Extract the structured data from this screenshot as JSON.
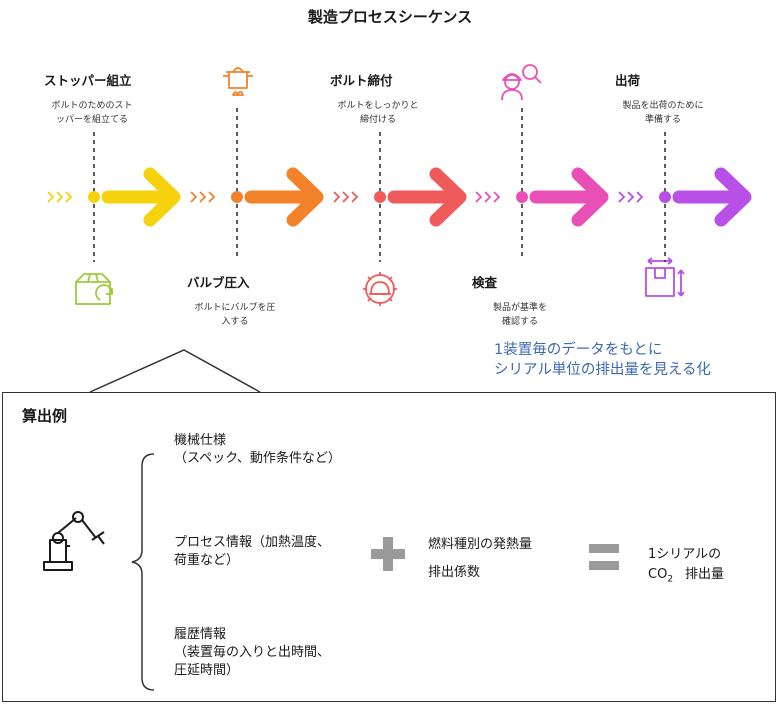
{
  "diagram": {
    "title": "製造プロセスシーケンス",
    "steps": [
      {
        "title": "ストッパー組立",
        "desc": [
          "ボルトのためのスト",
          "ッパーを組立てる"
        ],
        "color": "#f5d20d",
        "icon": "box-recycle-icon"
      },
      {
        "title": "バルブ圧入",
        "desc": [
          "ボルトにバルブを圧",
          "入する"
        ],
        "color": "#f2832a",
        "icon": "cooking-pot-icon"
      },
      {
        "title": "ボルト締付",
        "desc": [
          "ボルトをしっかりと",
          "締付ける"
        ],
        "color": "#ef5a5a",
        "icon": "gear-helmet-icon"
      },
      {
        "title": "検査",
        "desc": [
          "製品が基準を",
          "確認する"
        ],
        "color": "#e950b7",
        "icon": "inspector-search-icon"
      },
      {
        "title": "出荷",
        "desc": [
          "製品を出荷のために",
          "準備する"
        ],
        "color": "#b84fe6",
        "icon": "package-dimensions-icon"
      }
    ],
    "note": [
      "1装置毎のデータをもとに",
      "シリアル単位の排出量を見える化"
    ]
  },
  "calc": {
    "title": "算出例",
    "machine_icon": "robot-arm-icon",
    "inputs": [
      [
        "機械仕様",
        "（スペック、動作条件など）"
      ],
      [
        "プロセス情報（加熱温度、",
        "荷重など）"
      ],
      [
        "履歴情報",
        "（装置毎の入りと出時間、",
        "圧延時間）"
      ]
    ],
    "plus_items": [
      "燃料種別の発熱量",
      "排出係数"
    ],
    "result_line1": "1シリアルの",
    "result_co2": "CO",
    "result_sub": "2",
    "result_rest": "排出量"
  }
}
